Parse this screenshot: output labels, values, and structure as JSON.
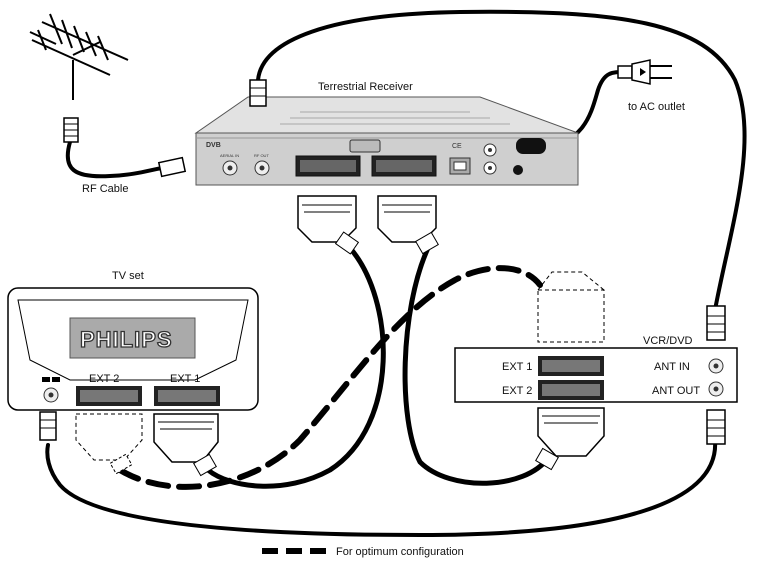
{
  "labels": {
    "receiver": "Terrestrial Receiver",
    "ac_outlet": "to AC outlet",
    "rf_cable": "RF Cable",
    "tv_set": "TV set",
    "tv_brand": "PHILIPS",
    "tv_ext2": "EXT 2",
    "tv_ext1": "EXT 1",
    "vcr_title": "VCR/DVD",
    "vcr_ext1": "EXT 1",
    "vcr_ext2": "EXT 2",
    "vcr_ant_in": "ANT IN",
    "vcr_ant_out": "ANT OUT"
  },
  "legend": {
    "text": "For optimum configuration"
  },
  "colors": {
    "cable": "#000000",
    "device_fill": "#d0d0d0",
    "device_stroke": "#3a3a3a"
  }
}
